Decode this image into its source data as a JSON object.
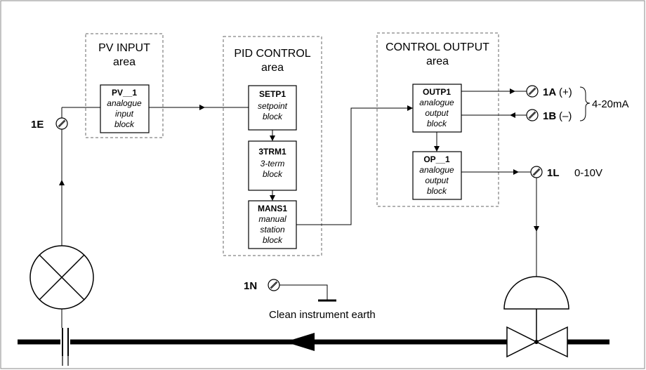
{
  "areas": {
    "pv_input": {
      "line1": "PV INPUT",
      "line2": "area"
    },
    "pid_control": {
      "line1": "PID CONTROL",
      "line2": "area"
    },
    "control_output": {
      "line1": "CONTROL OUTPUT",
      "line2": "area"
    }
  },
  "blocks": {
    "pv1": {
      "title": "PV__1",
      "desc": [
        "analogue",
        "input",
        "block"
      ]
    },
    "setp1": {
      "title": "SETP1",
      "desc": [
        "setpoint",
        "block"
      ]
    },
    "trm1": {
      "title": "3TRM1",
      "desc": [
        "3-term",
        "block"
      ]
    },
    "mans1": {
      "title": "MANS1",
      "desc": [
        "manual",
        "station",
        "block"
      ]
    },
    "outp1": {
      "title": "OUTP1",
      "desc": [
        "analogue",
        "output",
        "block"
      ]
    },
    "op1": {
      "title": "OP__1",
      "desc": [
        "analogue",
        "output",
        "block"
      ]
    }
  },
  "terminals": {
    "t1e": "1E",
    "t1a": "1A",
    "t1a_sign": "(+)",
    "t1b": "1B",
    "t1b_sign": "(–)",
    "t1l": "1L",
    "t1n": "1N"
  },
  "signals": {
    "current_range": "4-20mA",
    "voltage_range": "0-10V"
  },
  "earth_label": "Clean instrument earth",
  "colors": {
    "line": "#000000",
    "dashed_border": "#666666",
    "frame": "#888888"
  }
}
